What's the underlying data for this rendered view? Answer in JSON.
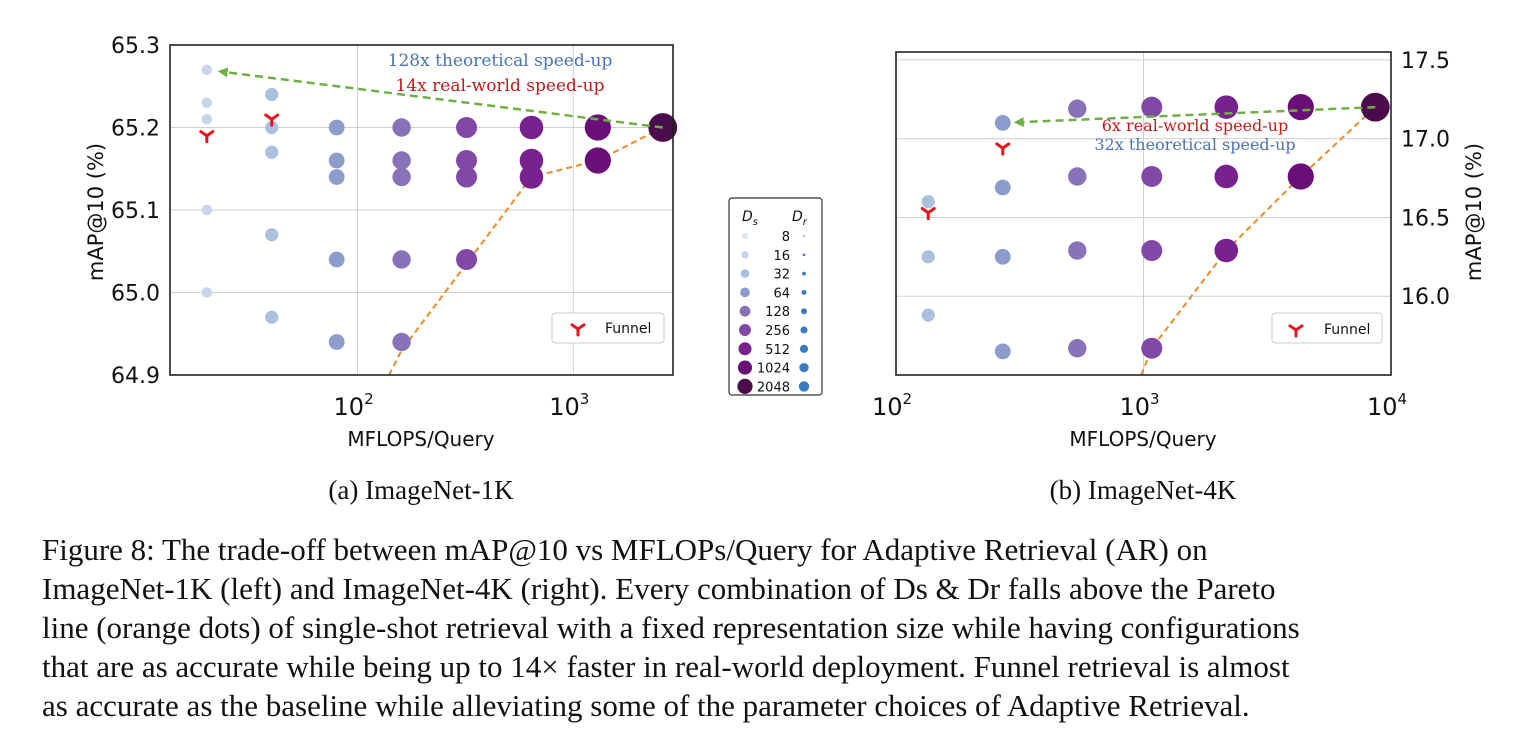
{
  "colors": {
    "ds_shades": [
      "#dde6f2",
      "#c7d6ea",
      "#a9c0df",
      "#8c9dcc",
      "#8a72b8",
      "#8148a8",
      "#78228f",
      "#6a0f78",
      "#4b0c4e"
    ],
    "dr_dot": "#3b7bbf",
    "funnel": "#e8141c",
    "pareto": "#f08a24",
    "speedup_arrow": "#6fb043",
    "theoretical_text": "#4a72b8",
    "realworld_text": "#c41a1a"
  },
  "legend": {
    "ds_header": "Ds",
    "dr_header": "Dr",
    "entries": [
      "8",
      "16",
      "32",
      "64",
      "128",
      "256",
      "512",
      "1024",
      "2048"
    ],
    "funnel_label": "Funnel"
  },
  "chart_data": [
    {
      "type": "scatter",
      "subtitle": "(a) ImageNet-1K",
      "xlabel": "MFLOPS/Query",
      "ylabel": "mAP@10 (%)",
      "xscale": "log",
      "ylim": [
        64.9,
        65.3
      ],
      "yticks": [
        "64.9",
        "65.0",
        "65.1",
        "65.2",
        "65.3"
      ],
      "xticks": [
        {
          "base": "10",
          "exp": "2"
        },
        {
          "base": "10",
          "exp": "3"
        }
      ],
      "grid": true,
      "y_axis_side": "left",
      "legend_position": "lower-right",
      "points": [
        {
          "x": 20,
          "y": 65.27,
          "ds": 16
        },
        {
          "x": 20,
          "y": 65.23,
          "ds": 16
        },
        {
          "x": 20,
          "y": 65.21,
          "ds": 16
        },
        {
          "x": 20,
          "y": 65.1,
          "ds": 16
        },
        {
          "x": 20,
          "y": 65.0,
          "ds": 16
        },
        {
          "x": 40,
          "y": 65.24,
          "ds": 32
        },
        {
          "x": 40,
          "y": 65.2,
          "ds": 32
        },
        {
          "x": 40,
          "y": 65.17,
          "ds": 32
        },
        {
          "x": 40,
          "y": 65.07,
          "ds": 32
        },
        {
          "x": 40,
          "y": 64.97,
          "ds": 32
        },
        {
          "x": 80,
          "y": 65.2,
          "ds": 64
        },
        {
          "x": 80,
          "y": 65.16,
          "ds": 64
        },
        {
          "x": 80,
          "y": 65.14,
          "ds": 64
        },
        {
          "x": 80,
          "y": 65.04,
          "ds": 64
        },
        {
          "x": 80,
          "y": 64.94,
          "ds": 64
        },
        {
          "x": 160,
          "y": 65.2,
          "ds": 128
        },
        {
          "x": 160,
          "y": 65.16,
          "ds": 128
        },
        {
          "x": 160,
          "y": 65.14,
          "ds": 128
        },
        {
          "x": 160,
          "y": 65.04,
          "ds": 128
        },
        {
          "x": 160,
          "y": 64.94,
          "ds": 128
        },
        {
          "x": 320,
          "y": 65.2,
          "ds": 256
        },
        {
          "x": 320,
          "y": 65.16,
          "ds": 256
        },
        {
          "x": 320,
          "y": 65.14,
          "ds": 256
        },
        {
          "x": 320,
          "y": 65.04,
          "ds": 256
        },
        {
          "x": 640,
          "y": 65.2,
          "ds": 512
        },
        {
          "x": 640,
          "y": 65.16,
          "ds": 512
        },
        {
          "x": 640,
          "y": 65.14,
          "ds": 512
        },
        {
          "x": 1300,
          "y": 65.2,
          "ds": 1024
        },
        {
          "x": 1300,
          "y": 65.16,
          "ds": 1024
        },
        {
          "x": 2600,
          "y": 65.2,
          "ds": 2048
        }
      ],
      "funnel_points": [
        {
          "x": 20,
          "y": 65.19
        },
        {
          "x": 40,
          "y": 65.21
        }
      ],
      "pareto_line": [
        {
          "x": 140,
          "y": 64.9
        },
        {
          "x": 160,
          "y": 64.93
        },
        {
          "x": 640,
          "y": 65.14
        },
        {
          "x": 1300,
          "y": 65.16
        },
        {
          "x": 2600,
          "y": 65.2
        }
      ],
      "arrow": {
        "from": {
          "x": 2600,
          "y": 65.2
        },
        "to": {
          "x": 20,
          "y": 65.27
        }
      },
      "annotations": [
        "128x theoretical speed-up",
        "14x real-world speed-up"
      ]
    },
    {
      "type": "scatter",
      "subtitle": "(b) ImageNet-4K",
      "xlabel": "MFLOPS/Query",
      "ylabel": "mAP@10 (%)",
      "xscale": "log",
      "ylim": [
        15.5,
        17.55
      ],
      "yticks": [
        "16.0",
        "16.5",
        "17.0",
        "17.5"
      ],
      "xticks": [
        {
          "base": "10",
          "exp": "2"
        },
        {
          "base": "10",
          "exp": "3"
        },
        {
          "base": "10",
          "exp": "4"
        }
      ],
      "grid": true,
      "y_axis_side": "right",
      "legend_position": "lower-right",
      "points": [
        {
          "x": 135,
          "y": 16.6,
          "ds": 32
        },
        {
          "x": 135,
          "y": 16.25,
          "ds": 32
        },
        {
          "x": 135,
          "y": 15.88,
          "ds": 32
        },
        {
          "x": 270,
          "y": 17.1,
          "ds": 64
        },
        {
          "x": 270,
          "y": 16.69,
          "ds": 64
        },
        {
          "x": 270,
          "y": 16.25,
          "ds": 64
        },
        {
          "x": 270,
          "y": 15.65,
          "ds": 64
        },
        {
          "x": 540,
          "y": 17.19,
          "ds": 128
        },
        {
          "x": 540,
          "y": 16.76,
          "ds": 128
        },
        {
          "x": 540,
          "y": 16.29,
          "ds": 128
        },
        {
          "x": 540,
          "y": 15.67,
          "ds": 128
        },
        {
          "x": 1080,
          "y": 17.2,
          "ds": 256
        },
        {
          "x": 1080,
          "y": 16.76,
          "ds": 256
        },
        {
          "x": 1080,
          "y": 16.29,
          "ds": 256
        },
        {
          "x": 1080,
          "y": 15.67,
          "ds": 256
        },
        {
          "x": 2160,
          "y": 17.2,
          "ds": 512
        },
        {
          "x": 2160,
          "y": 16.76,
          "ds": 512
        },
        {
          "x": 2160,
          "y": 16.29,
          "ds": 512
        },
        {
          "x": 4320,
          "y": 17.2,
          "ds": 1024
        },
        {
          "x": 4320,
          "y": 16.76,
          "ds": 1024
        },
        {
          "x": 8640,
          "y": 17.2,
          "ds": 2048
        }
      ],
      "funnel_points": [
        {
          "x": 135,
          "y": 16.53
        },
        {
          "x": 270,
          "y": 16.94
        }
      ],
      "pareto_line": [
        {
          "x": 980,
          "y": 15.5
        },
        {
          "x": 1080,
          "y": 15.67
        },
        {
          "x": 2160,
          "y": 16.29
        },
        {
          "x": 4320,
          "y": 16.76
        },
        {
          "x": 8640,
          "y": 17.2
        }
      ],
      "arrow": {
        "from": {
          "x": 8640,
          "y": 17.2
        },
        "to": {
          "x": 270,
          "y": 17.1
        }
      },
      "annotations": [
        "6x real-world speed-up",
        "32x theoretical speed-up"
      ]
    }
  ],
  "caption": {
    "line1": "Figure 8: The trade-off between mAP@10 vs MFLOPs/Query for Adaptive Retrieval (AR) on",
    "line2": "ImageNet-1K (left) and ImageNet-4K (right). Every combination of Ds & Dr falls above the Pareto",
    "line3": "line (orange dots) of single-shot retrieval with a fixed representation size while having configurations",
    "line4": "that are as accurate while being up to 14× faster in real-world deployment. Funnel retrieval is almost",
    "line5": "as accurate as the baseline while alleviating some of the parameter choices of Adaptive Retrieval."
  }
}
